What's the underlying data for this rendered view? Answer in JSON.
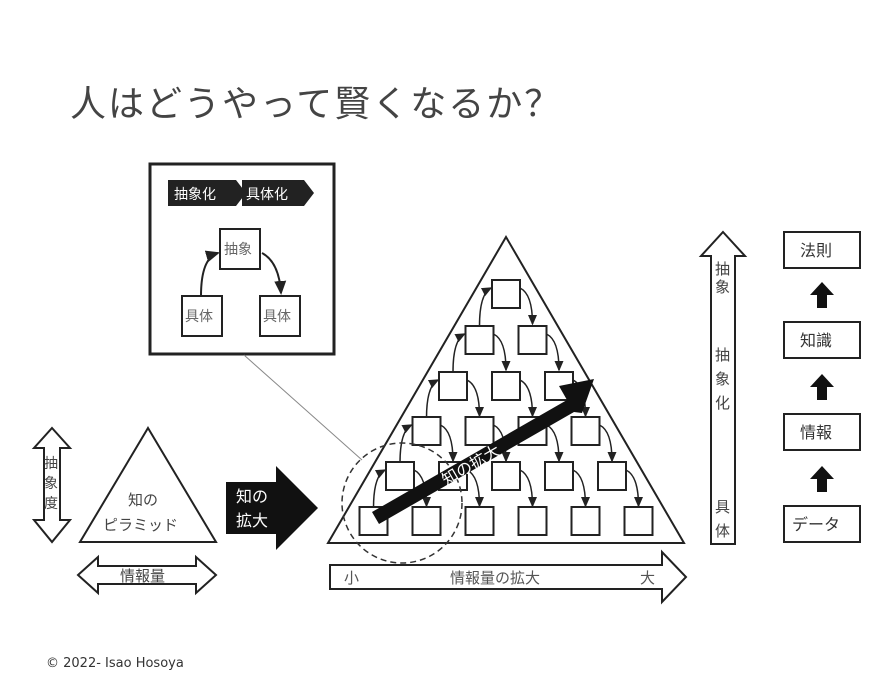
{
  "title": "人はどうやって賢くなるか？",
  "inset": {
    "tag1": "抽象化",
    "tag2": "具体化",
    "top": "抽象",
    "left": "具体",
    "right": "具体"
  },
  "small_pyramid": {
    "label1": "知の",
    "label2": "ピラミッド",
    "axis_v": [
      "抽",
      "象",
      "度"
    ],
    "axis_h": "情報量"
  },
  "expand_arrow": {
    "line1": "知の",
    "line2": "拡大"
  },
  "big_pyramid": {
    "arrow_label": "知の拡大",
    "axis_small": "小",
    "axis_label": "情報量の拡大",
    "axis_large": "大"
  },
  "abstraction_axis": {
    "top": [
      "抽",
      "象"
    ],
    "middle": [
      "抽",
      "象",
      "化"
    ],
    "bottom": [
      "具",
      "体"
    ]
  },
  "hierarchy": [
    "法則",
    "知識",
    "情報",
    "データ"
  ],
  "copyright": "© 2022- Isao Hosoya"
}
